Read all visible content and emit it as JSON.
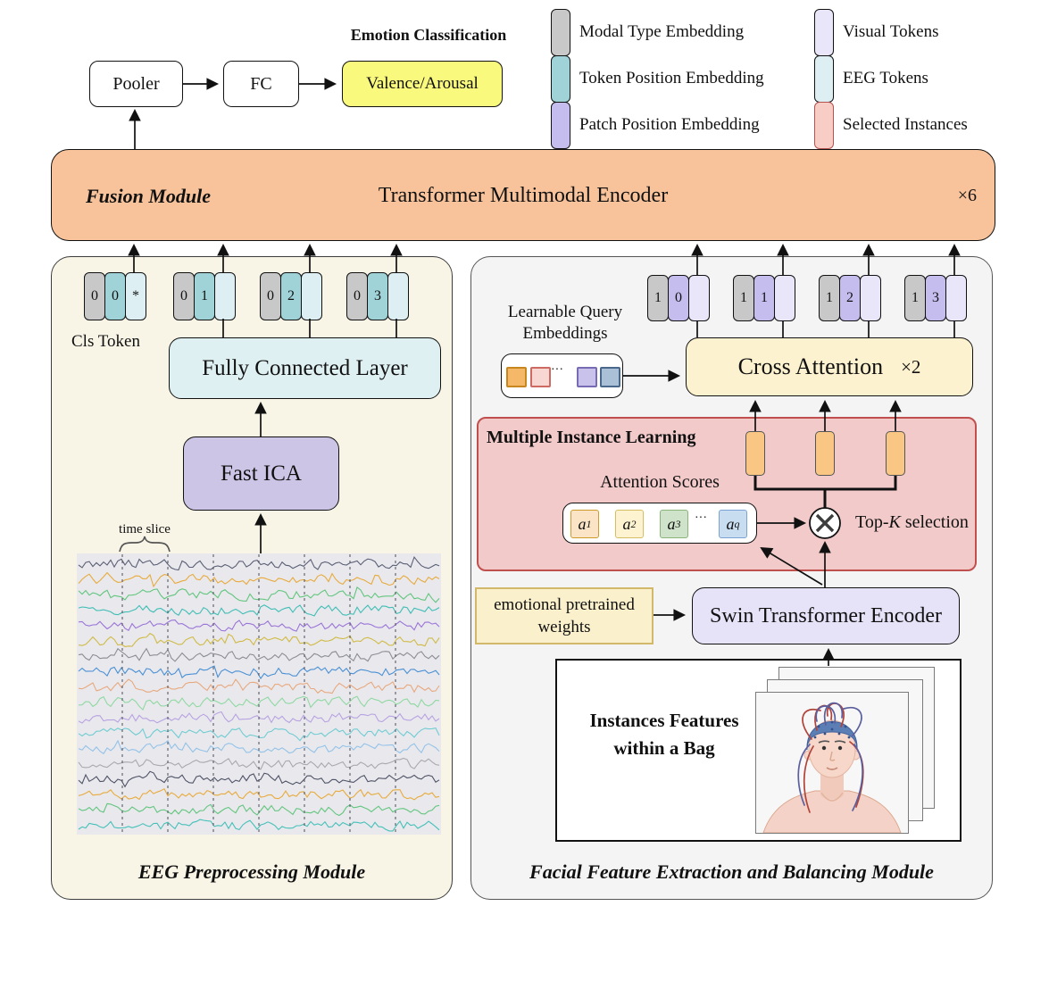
{
  "top": {
    "emotion_classification": "Emotion Classification",
    "pooler": "Pooler",
    "fc": "FC",
    "valence_arousal": "Valence/Arousal",
    "valence_bg": "#f9f97e"
  },
  "legend": {
    "col1": [
      {
        "label": "Modal Type Embedding",
        "color": "#c8c8c8"
      },
      {
        "label": "Token Position Embedding",
        "color": "#9fd3d8"
      },
      {
        "label": "Patch Position Embedding",
        "color": "#c5bdee"
      }
    ],
    "col2": [
      {
        "label": "Visual Tokens",
        "color": "#eae6fa",
        "border": "#111111"
      },
      {
        "label": "EEG Tokens",
        "color": "#ddeff3",
        "border": "#111111"
      },
      {
        "label": "Selected Instances",
        "color": "#f7cdc6",
        "border": "#b5534e"
      }
    ]
  },
  "fusion": {
    "module": "Fusion Module",
    "encoder": "Transformer Multimodal Encoder",
    "repeat": "×6",
    "bg": "#f8c39b"
  },
  "tokens": {
    "gray": "#c8c8c8",
    "teal": "#9fd3d8",
    "eeg": "#ddeff3",
    "purple": "#c5bdee",
    "visual": "#eae6fa"
  },
  "eeg_panel": {
    "title": "EEG Preprocessing Module",
    "bg": "#f8f5e7",
    "cls_token": "Cls Token",
    "fully_connected": "Fully Connected Layer",
    "fc_bg": "#dff0f3",
    "fast_ica": "Fast ICA",
    "fast_ica_bg": "#ccc5e6",
    "time_slice": "time slice",
    "token_groups": [
      [
        "0",
        "0",
        "*"
      ],
      [
        "0",
        "1",
        ""
      ],
      [
        "0",
        "2",
        ""
      ],
      [
        "0",
        "3",
        ""
      ]
    ],
    "plot": {
      "bg": "#e9e9ed",
      "segments": 8,
      "trace_colors": [
        "#5a5f75",
        "#e8aa3c",
        "#62c57e",
        "#3fbdb5",
        "#9a74d8",
        "#d0ba45",
        "#8c8c94",
        "#4a90d5",
        "#e8a87e",
        "#8fd8a2",
        "#b8a2e2",
        "#6fccd2",
        "#94c2e8",
        "#a8a8ae",
        "#4e5266",
        "#e8aa3c",
        "#62c57e",
        "#45c0b8"
      ]
    }
  },
  "face_panel": {
    "title": "Facial Feature Extraction and Balancing Module",
    "bg": "#f4f4f5",
    "token_groups": [
      [
        "1",
        "0",
        ""
      ],
      [
        "1",
        "1",
        ""
      ],
      [
        "1",
        "2",
        ""
      ],
      [
        "1",
        "3",
        ""
      ]
    ],
    "learnable_query": {
      "line1": "Learnable Query",
      "line2": "Embeddings",
      "dots": "···",
      "squares": [
        {
          "bg": "#f5b868",
          "border": "#c8861f"
        },
        {
          "bg": "#f8d7d2",
          "border": "#cd6a62"
        },
        {
          "bg": "#c9c2ea",
          "border": "#776bb3"
        },
        {
          "bg": "#a9c0d6",
          "border": "#49688c"
        }
      ]
    },
    "cross_attention": {
      "label": "Cross Attention",
      "repeat": "×2",
      "bg": "#fdf2cf"
    },
    "mil": {
      "title": "Multiple Instance Learning",
      "bg": "#f3caca",
      "border": "#c0504d",
      "attention_scores": "Attention Scores",
      "instance_bar_color": "#f9c783",
      "dots": "···",
      "scores": [
        {
          "base": "a",
          "sub": "1",
          "bg": "#fbe3c6",
          "border": "#cf9b28"
        },
        {
          "base": "a",
          "sub": "2",
          "bg": "#fdf3d0",
          "border": "#d6bd62"
        },
        {
          "base": "a",
          "sub": "3",
          "bg": "#cfe3ca",
          "border": "#8ab478"
        },
        {
          "base": "a",
          "sub": "q",
          "bg": "#c9ddf1",
          "border": "#7aa3d4"
        }
      ],
      "topk_pre": "Top-",
      "topk_k": "K",
      "topk_post": " selection"
    },
    "pretrained": {
      "line1": "emotional pretrained",
      "line2": "weights",
      "bg": "#fbf0cc",
      "border": "#d2b86a"
    },
    "swin": {
      "label": "Swin Transformer Encoder",
      "bg": "#e6e2f8"
    },
    "bag": {
      "line1": "Instances Features",
      "line2": "within a Bag"
    }
  }
}
